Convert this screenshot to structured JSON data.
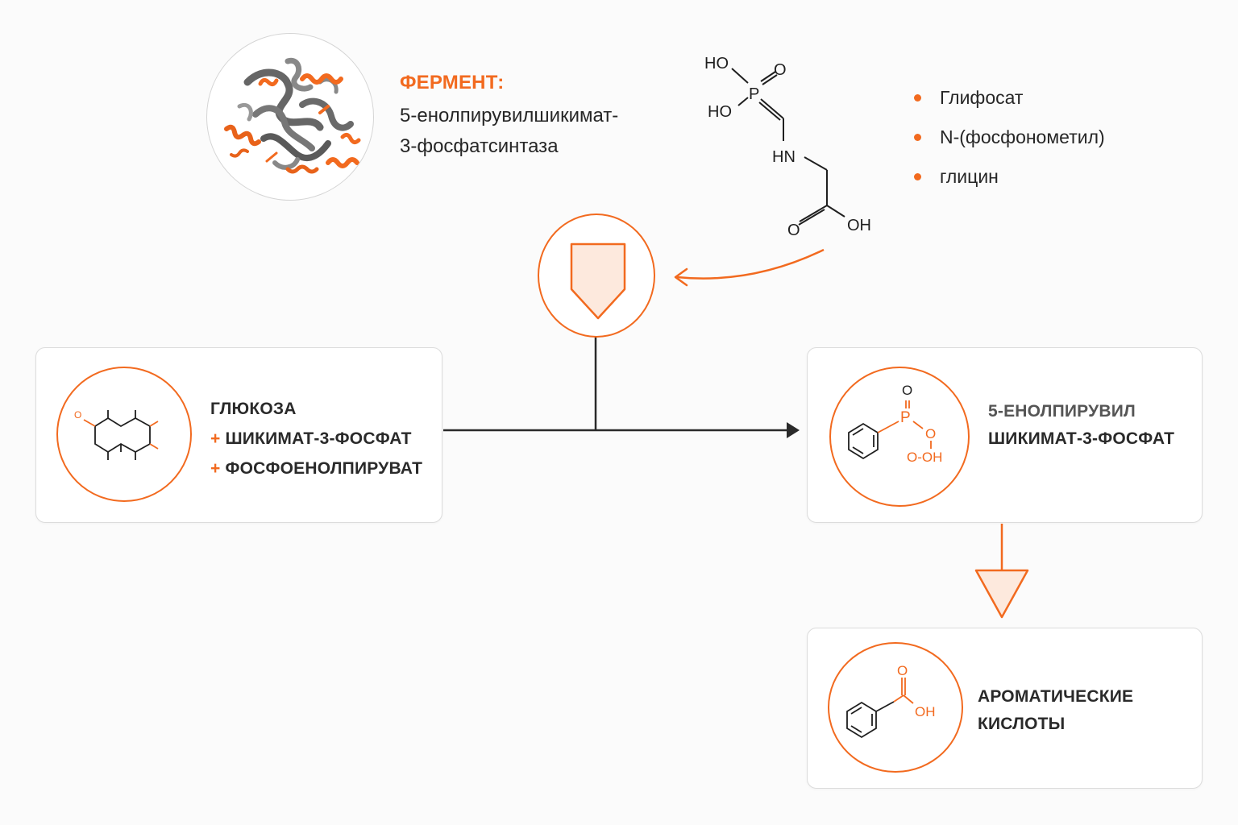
{
  "enzyme": {
    "heading": "ФЕРМЕНТ:",
    "name_line1": "5-енолпирувилшикимат-",
    "name_line2": "3-фосфатсинтаза"
  },
  "inhibitor": {
    "items": [
      "Глифосат",
      "N-(фосфонометил)",
      "глицин"
    ],
    "structure_labels": {
      "ho_top": "HO",
      "o_top": "O",
      "p": "P",
      "ho_mid": "HO",
      "nh": "HN",
      "o_bottom": "O",
      "oh": "OH"
    }
  },
  "substrates": {
    "line1": "ГЛЮКОЗА",
    "plus": "+",
    "line2": "ШИКИМАТ-3-ФОСФАТ",
    "line3": "ФОСФОЕНОЛПИРУВАТ",
    "structure_labels": {
      "o": "O"
    }
  },
  "product": {
    "line1": "5-ЕНОЛПИРУВИЛ",
    "line2": "ШИКИМАТ-3-ФОСФАТ",
    "structure_labels": {
      "o_top": "O",
      "p": "P",
      "o_mid": "O",
      "o_oh": "O-OH"
    }
  },
  "final_product": {
    "line1": "АРОМАТИЧЕСКИЕ",
    "line2": "КИСЛОТЫ",
    "structure_labels": {
      "o": "O",
      "oh": "OH"
    }
  },
  "colors": {
    "accent": "#f26a1f",
    "accent_fill": "#fde9dd",
    "line": "#2a2a2a",
    "border": "#dcdcdc"
  },
  "icons": [
    "protein-structure-icon",
    "inhibitor-shield-icon",
    "down-triangle-icon"
  ]
}
